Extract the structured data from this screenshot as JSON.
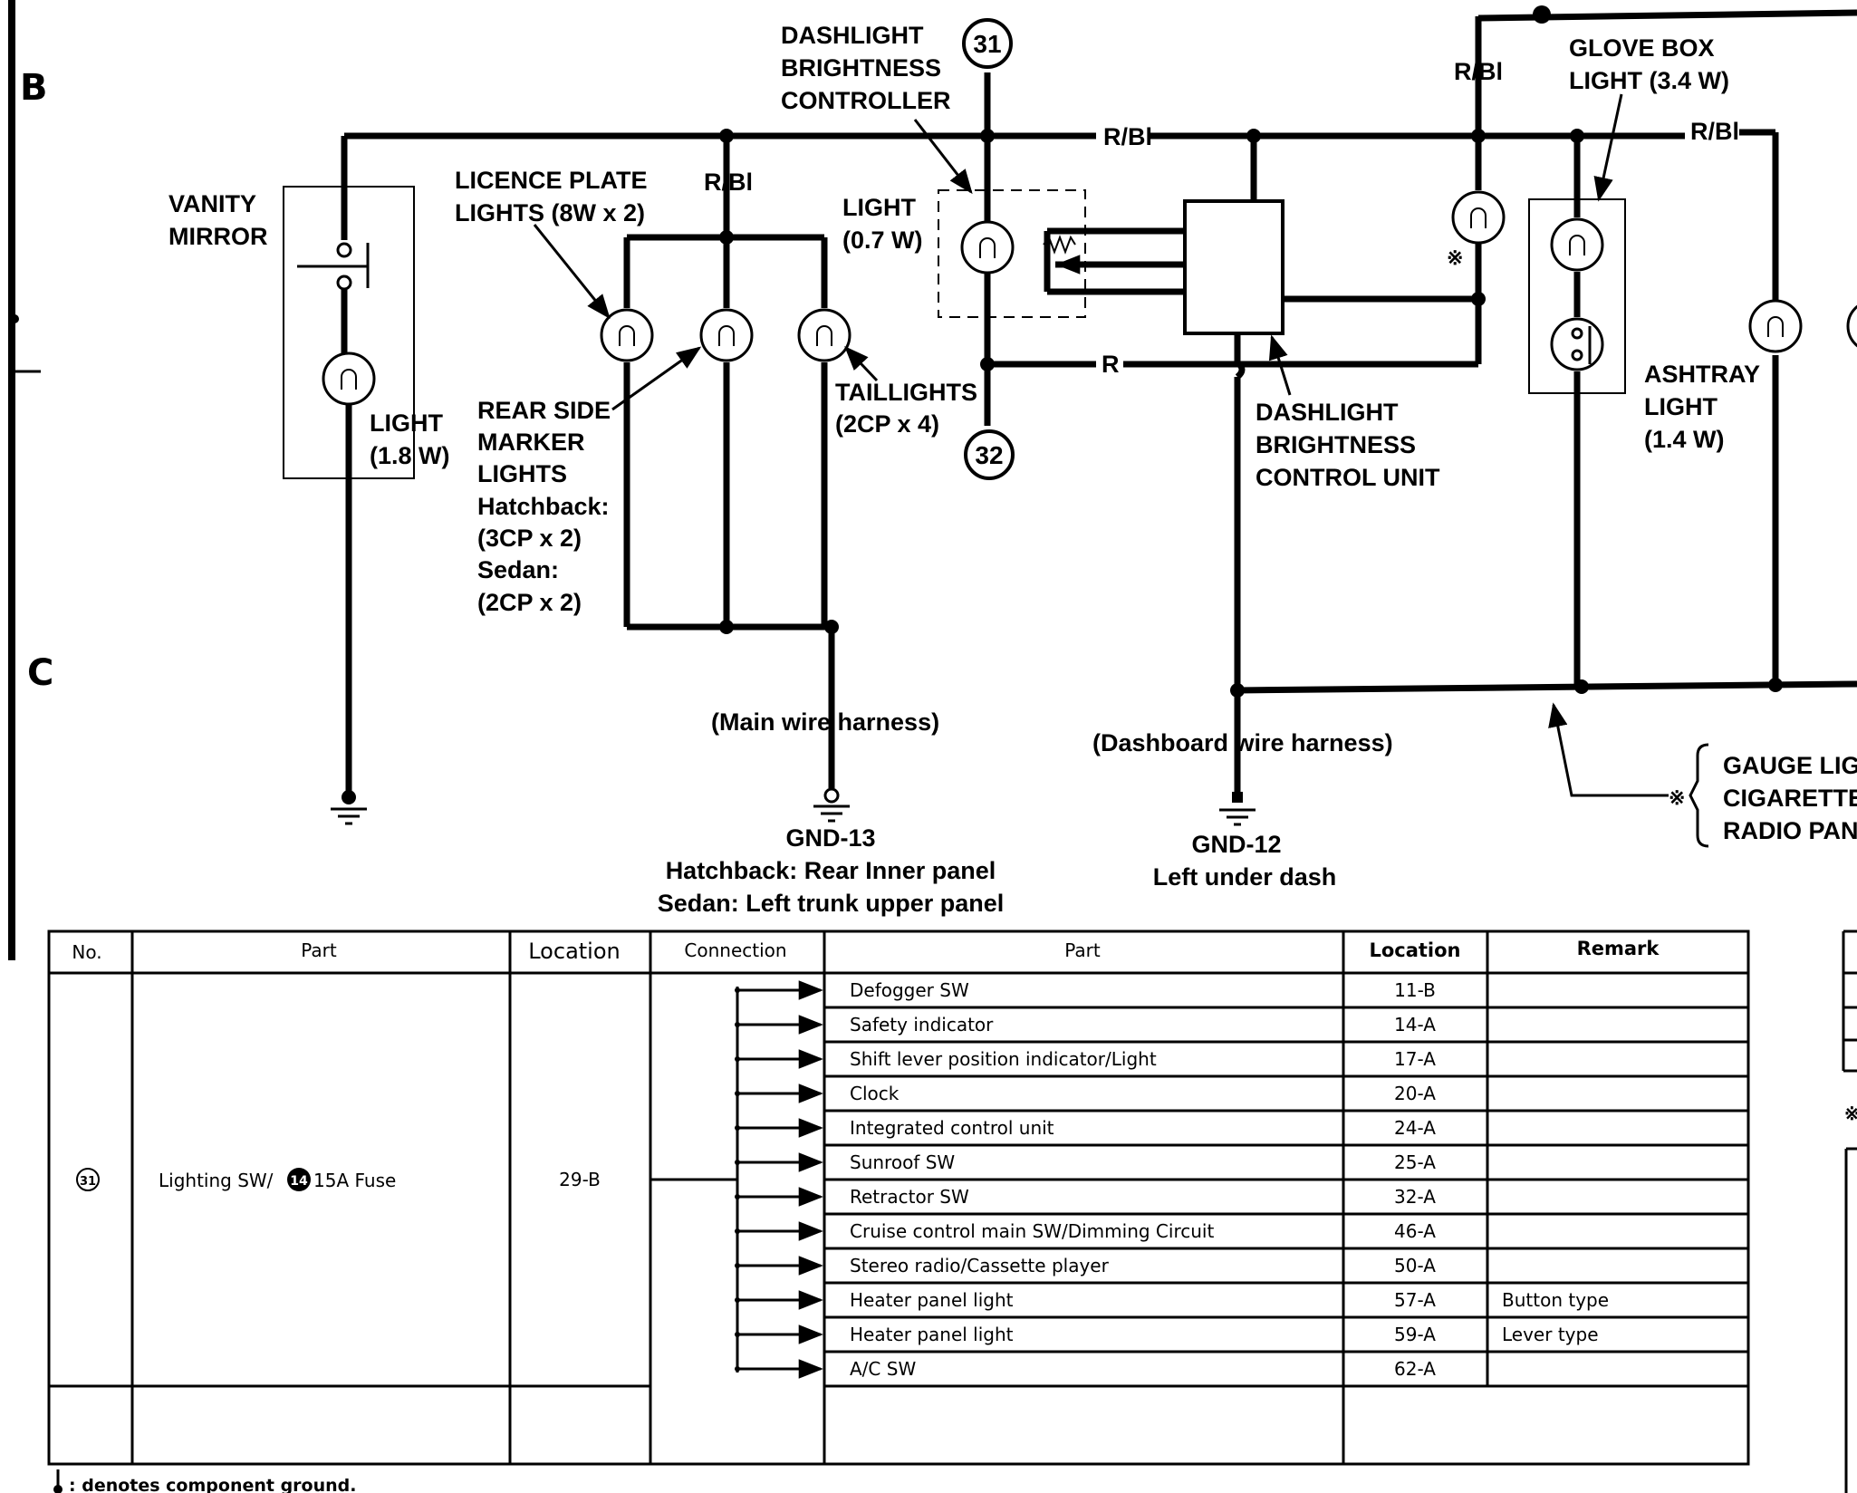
{
  "section_labels": {
    "b": "B",
    "c": "C"
  },
  "connectors": {
    "top": "31",
    "bottom": "32"
  },
  "wire_colors": {
    "r_bl_1": "R/Bl",
    "r_bl_2": "R/Bl",
    "r_bl_3": "R/Bl",
    "r_bl_4": "R/Bl",
    "r": "R"
  },
  "labels": {
    "vanity_mirror": [
      "VANITY",
      "MIRROR"
    ],
    "vanity_light": [
      "LIGHT",
      "(1.8 W)"
    ],
    "licence_plate": [
      "LICENCE PLATE",
      "LIGHTS (8W x 2)"
    ],
    "rear_side_marker": [
      "REAR SIDE",
      "MARKER",
      "LIGHTS",
      "Hatchback:",
      "(3CP x 2)",
      "Sedan:",
      "(2CP x 2)"
    ],
    "taillights": [
      "TAILLIGHTS",
      "(2CP x 4)"
    ],
    "dash_controller": [
      "DASHLIGHT",
      "BRIGHTNESS",
      "CONTROLLER"
    ],
    "dash_light": [
      "LIGHT",
      "(0.7 W)"
    ],
    "dash_unit": [
      "DASHLIGHT",
      "BRIGHTNESS",
      "CONTROL UNIT"
    ],
    "glove_box": [
      "GLOVE BOX",
      "LIGHT (3.4 W)"
    ],
    "ashtray": [
      "ASHTRAY",
      "LIGHT",
      "(1.4 W)"
    ],
    "main_harness": "(Main wire harness)",
    "dash_harness": "(Dashboard wire harness)",
    "gnd13": [
      "GND-13",
      "Hatchback: Rear Inner panel",
      "Sedan: Left trunk upper panel"
    ],
    "gnd12": [
      "GND-12",
      "Left under dash"
    ],
    "gauge_note": [
      "GAUGE LIG",
      "CIGARETTE",
      "RADIO PAN"
    ]
  },
  "table": {
    "headers": {
      "no": "No.",
      "part": "Part",
      "location": "Location",
      "connection": "Connection",
      "part2": "Part",
      "location2": "Location",
      "remark": "Remark"
    },
    "source": {
      "no": "31",
      "part_a": "Lighting SW/",
      "fuse_no": "14",
      "part_b": "15A Fuse",
      "location": "29-B"
    },
    "rows": [
      {
        "part": "Defogger SW",
        "location": "11-B",
        "remark": ""
      },
      {
        "part": "Safety indicator",
        "location": "14-A",
        "remark": ""
      },
      {
        "part": "Shift lever position indicator/Light",
        "location": "17-A",
        "remark": ""
      },
      {
        "part": "Clock",
        "location": "20-A",
        "remark": ""
      },
      {
        "part": "Integrated control unit",
        "location": "24-A",
        "remark": ""
      },
      {
        "part": "Sunroof SW",
        "location": "25-A",
        "remark": ""
      },
      {
        "part": "Retractor SW",
        "location": "32-A",
        "remark": ""
      },
      {
        "part": "Cruise control main SW/Dimming Circuit",
        "location": "46-A",
        "remark": ""
      },
      {
        "part": "Stereo radio/Cassette player",
        "location": "50-A",
        "remark": ""
      },
      {
        "part": "Heater panel light",
        "location": "57-A",
        "remark": "Button type"
      },
      {
        "part": "Heater panel light",
        "location": "59-A",
        "remark": "Lever type"
      },
      {
        "part": "A/C SW",
        "location": "62-A",
        "remark": ""
      }
    ]
  },
  "footnote": ": denotes component ground."
}
